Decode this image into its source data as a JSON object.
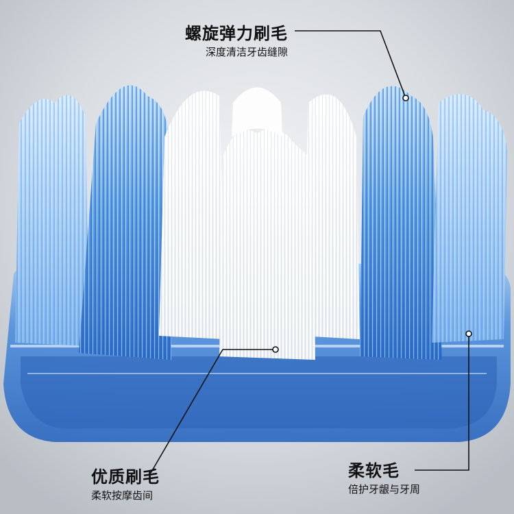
{
  "callouts": {
    "spiral": {
      "title": "螺旋弹力刷毛",
      "subtitle": "深度清洁牙齿缝隙"
    },
    "quality": {
      "title": "优质刷毛",
      "subtitle": "柔软按摩齿间"
    },
    "soft": {
      "title": "柔软毛",
      "subtitle": "倍护牙龈与牙周"
    }
  },
  "colors": {
    "background": "#d9dde2",
    "bristle_blue": "#2f7fd6",
    "bristle_light_blue": "#8ec3f5",
    "bristle_white": "#ffffff",
    "head_blue": "#3d7fd0",
    "text": "#111111"
  }
}
